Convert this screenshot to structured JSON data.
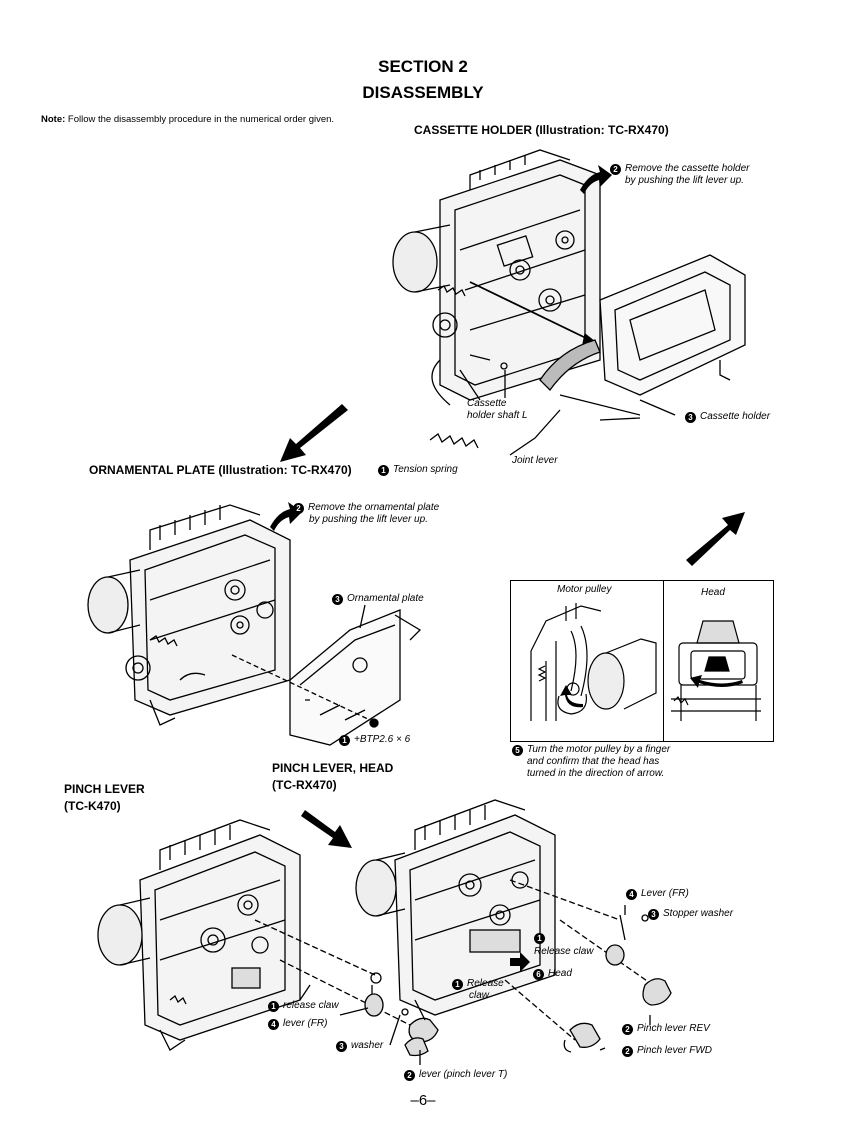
{
  "header": {
    "section": "SECTION 2",
    "title": "DISASSEMBLY",
    "note_label": "Note:",
    "note_text": " Follow the disassembly procedure in the numerical order given."
  },
  "cassette_holder": {
    "heading": "CASSETTE  HOLDER (Illustration: TC-RX470)",
    "step2_num": "2",
    "step2_line1": "Remove the cassette holder",
    "step2_line2": "by pushing the lift lever up.",
    "shaft_line1": "Cassette",
    "shaft_line2": "holder shaft L",
    "step3_num": "3",
    "step3": "Cassette holder",
    "joint_lever": "Joint lever"
  },
  "ornamental_plate": {
    "heading": "ORNAMENTAL  PLATE (Illustration: TC-RX470)",
    "step1_num": "1",
    "step1": "Tension spring",
    "step2_num": "2",
    "step2_line1": "Remove the ornamental plate",
    "step2_line2": "by pushing the lift lever up.",
    "step3_num": "3",
    "step3": "Ornamental plate",
    "screw_num": "1",
    "screw": "+BTP2.6 × 6"
  },
  "inset": {
    "motor_pulley": "Motor pulley",
    "head": "Head",
    "step5_num": "5",
    "step5_line1": "Turn the motor pulley by a finger",
    "step5_line2": "and confirm that the head has",
    "step5_line3": "turned in the direction of arrow."
  },
  "pinch_lever_k470": {
    "heading_line1": "PINCH  LEVER",
    "heading_line2": "(TC-K470)",
    "release_claw_num": "1",
    "release_claw": "release claw",
    "lever_fr_num": "4",
    "lever_fr": "lever (FR)",
    "washer_num": "3",
    "washer": "washer",
    "pinch_t_num": "2",
    "pinch_t": "lever (pinch lever T)"
  },
  "pinch_lever_head": {
    "heading_line1": "PINCH  LEVER, HEAD",
    "heading_line2": "(TC-RX470)",
    "lever_fr_num": "4",
    "lever_fr": "Lever (FR)",
    "stopper_num": "3",
    "stopper": "Stopper washer",
    "release1_num": "1",
    "release1": "Release claw",
    "head_num": "6",
    "head": "Head",
    "release2_num": "1",
    "release2_line1": "Release",
    "release2_line2": "claw",
    "pinch_rev_num": "2",
    "pinch_rev": "Pinch lever REV",
    "pinch_fwd_num": "2",
    "pinch_fwd": "Pinch lever FWD"
  },
  "footer": {
    "page": "–6–"
  }
}
